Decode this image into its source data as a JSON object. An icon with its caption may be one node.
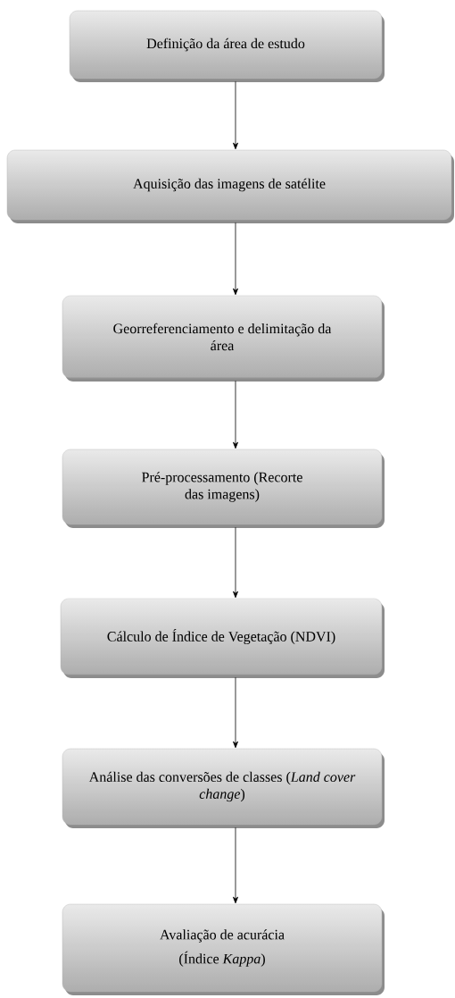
{
  "diagram": {
    "nodes": [
      {
        "text": [
          "Definição da área de estudo"
        ]
      },
      {
        "text": [
          "Aquisição das imagens de satélite"
        ]
      },
      {
        "text": [
          "Georreferenciamento e delimitação da área"
        ]
      },
      {
        "text": [
          "Pré-processamento (Recorte das imagens)"
        ]
      },
      {
        "text": [
          "Cálculo de Índice de Vegetação (NDVI)"
        ]
      },
      {
        "text": [
          "Análise das conversões de classes (*Land cover change*)"
        ]
      },
      {
        "text": [
          "Avaliação de acurácia",
          "(Índice *Kappa*)"
        ]
      }
    ],
    "edges": [
      {
        "from": 0,
        "to": 1,
        "arrow": "to"
      },
      {
        "from": 1,
        "to": 2,
        "arrow": "to"
      },
      {
        "from": 2,
        "to": 3,
        "arrow": "to"
      },
      {
        "from": 3,
        "to": 4,
        "arrow": "to"
      },
      {
        "from": 4,
        "to": 5,
        "arrow": "to"
      },
      {
        "from": 5,
        "to": 6,
        "arrow": "to"
      }
    ]
  }
}
